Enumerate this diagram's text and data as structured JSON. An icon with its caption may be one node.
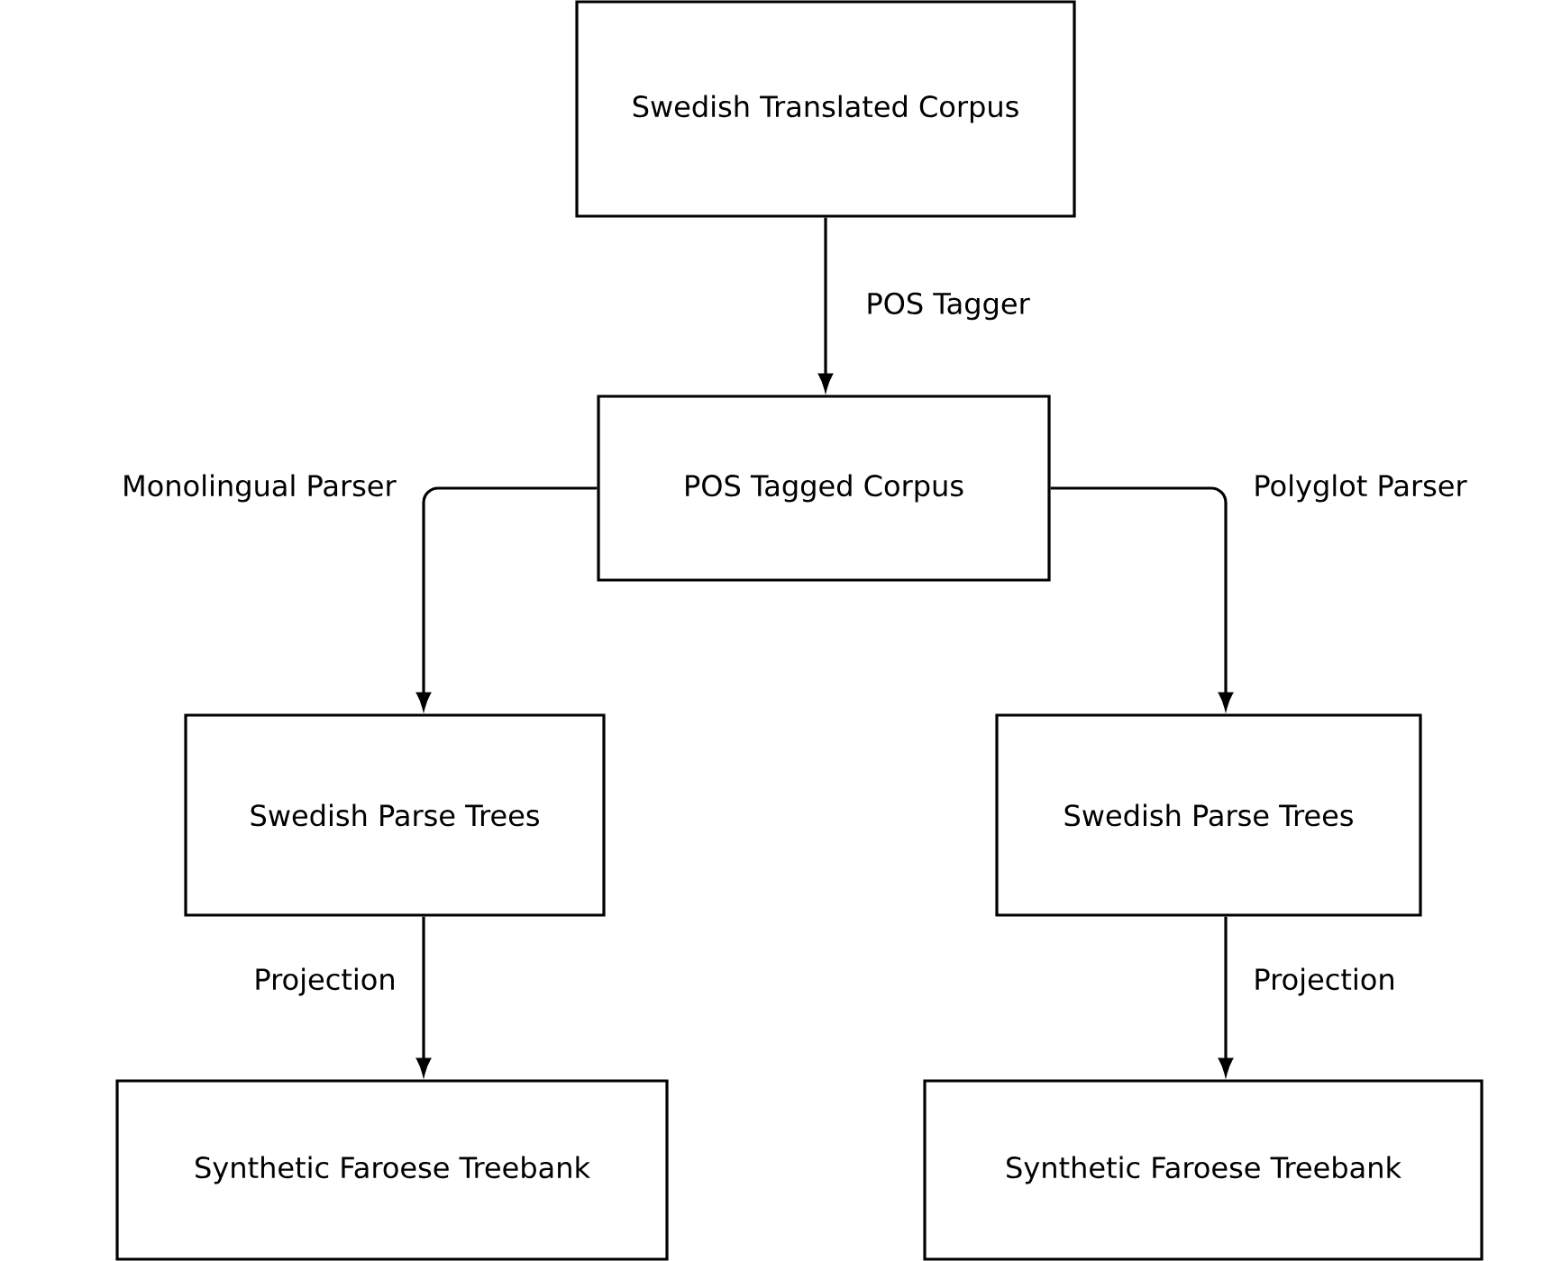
{
  "diagram": {
    "nodes": [
      {
        "text": [
          "Swedish Translated Corpus"
        ]
      },
      {
        "text": [
          "POS Tagged Corpus"
        ]
      },
      {
        "text": [
          "Swedish Parse Trees"
        ]
      },
      {
        "text": [
          "Swedish Parse Trees"
        ]
      },
      {
        "text": [
          "Synthetic Faroese Treebank"
        ]
      },
      {
        "text": [
          "Synthetic Faroese Treebank"
        ]
      }
    ],
    "edges": [
      {
        "from": 0,
        "to": 1,
        "arrow": "to",
        "label": "POS Tagger"
      },
      {
        "from": 1,
        "to": 2,
        "arrow": "to",
        "label": "Monolingual Parser"
      },
      {
        "from": 1,
        "to": 3,
        "arrow": "to",
        "label": "Polyglot Parser"
      },
      {
        "from": 2,
        "to": 4,
        "arrow": "to",
        "label": "Projection"
      },
      {
        "from": 3,
        "to": 5,
        "arrow": "to",
        "label": "Projection"
      }
    ]
  }
}
